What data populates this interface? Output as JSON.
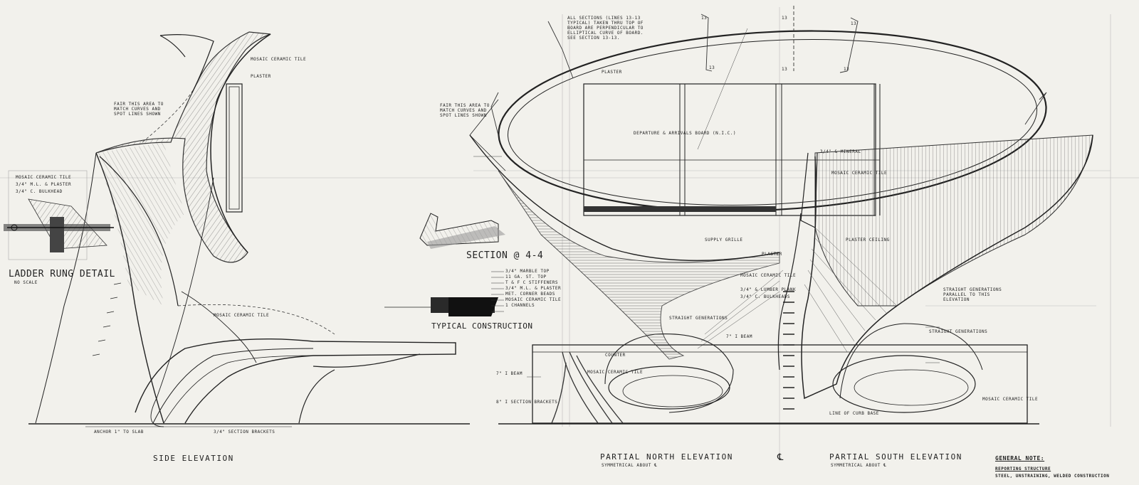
{
  "drawing": {
    "labels": {
      "side_elevation": "SIDE ELEVATION",
      "partial_north_elevation": "PARTIAL NORTH ELEVATION",
      "north_symmetrical": "SYMMETRICAL ABOUT ℄",
      "partial_south_elevation": "PARTIAL SOUTH ELEVATION",
      "south_symmetrical": "SYMMETRICAL ABOUT ℄",
      "centerline": "℄",
      "ladder_rung_detail": "LADDER RUNG DETAIL",
      "no_scale": "NO SCALE",
      "section_4_4": "SECTION @ 4-4",
      "typical_construction": "TYPICAL CONSTRUCTION",
      "general_note_title": "GENERAL NOTE:",
      "general_note_line1": "REPORTING STRUCTURE",
      "general_note_line2": "STEEL, UNSTRAINING, WELDED CONSTRUCTION"
    },
    "annotations": {
      "mosaic_ceramic_tile_top": "MOSAIC CERAMIC TILE",
      "plaster_top": "PLASTER",
      "fair_this_area": "FAIR THIS AREA TO MATCH CURVES AND SPOT LINES SHOWN",
      "mosaic_ceramic_tile_mid": "MOSAIC CERAMIC TILE",
      "mosaic_ceramic_tile_left": "MOSAIC CERAMIC TILE",
      "plaster_left": "3/4\" M.L. & PLASTER",
      "bulkhead_left": "3/4\" C. BULKHEAD",
      "construction_1": "3/4\" MARBLE TOP",
      "construction_2": "11 GA. ST. TOP",
      "construction_3": "T & F C STIFFENERS",
      "construction_4": "3/4\" M.L. & PLASTER",
      "construction_5": "MET. CORNER BEADS",
      "construction_6": "MOSAIC CERAMIC TILE",
      "construction_7": "1 CHANNELS",
      "section_brackets": "3/4\" SECTION BRACKETS",
      "anchor_to_slab": "ANCHOR 1\" TO SLAB",
      "all_sections_note": "ALL SECTIONS (LINES 13-13 TYPICAL) TAKEN THRU TOP OF BOARD ARE PERPENDICULAR TO ELLIPTICAL CURVE OF BOARD. SEE SECTION 13-13.",
      "plaster_oval": "PLASTER",
      "fair_this_area_right": "FAIR THIS AREA TO MATCH CURVES AND SPOT LINES SHOWN",
      "departure_board": "DEPARTURE & ARRIVALS BOARD (N.I.C.)",
      "mineral_fiber": "3/4\" & MINERAL",
      "mosaic_ceramic_tile_r1": "MOSAIC CERAMIC TILE",
      "supply_grille": "SUPPLY GRILLE",
      "plaster_r": "PLASTER",
      "plaster_ceiling": "PLASTER CEILING",
      "mosaic_ceramic_tile_r2": "MOSAIC CERAMIC TILE",
      "lumber_plank": "3/4\" & LUMBER PLANK",
      "bulkheads": "3/4\" C. BULKHEADS",
      "straight_generations_1": "STRAIGHT GENERATIONS PARALLEL TO THIS ELEVATION",
      "straight_generations_2": "STRAIGHT GENERATIONS",
      "straight_generations_3": "STRAIGHT GENERATIONS",
      "beam": "7\" I BEAM",
      "beam2": "7\" I BEAM",
      "mosaic_ceramic_tile_r3": "MOSAIC CERAMIC TILE",
      "mosaic_ceramic_tile_r4": "MOSAIC CERAMIC TILE",
      "section_brackets_r": "8\" I SECTION BRACKETS",
      "line_of_curb": "LINE OF CURB BASE",
      "counter": "COUNTER"
    },
    "grid_marks": [
      "13",
      "13",
      "13",
      "13",
      "13",
      "13"
    ]
  }
}
